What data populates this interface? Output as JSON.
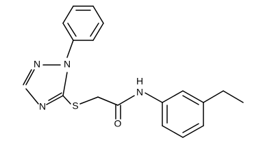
{
  "structure": {
    "atoms": {
      "N1": "N",
      "N2": "N",
      "N4": "N",
      "S": "S",
      "NH": "N",
      "H": "H",
      "O": "O"
    }
  },
  "colors": {
    "bond": "#000000",
    "text": "#000000",
    "background": "#ffffff"
  }
}
